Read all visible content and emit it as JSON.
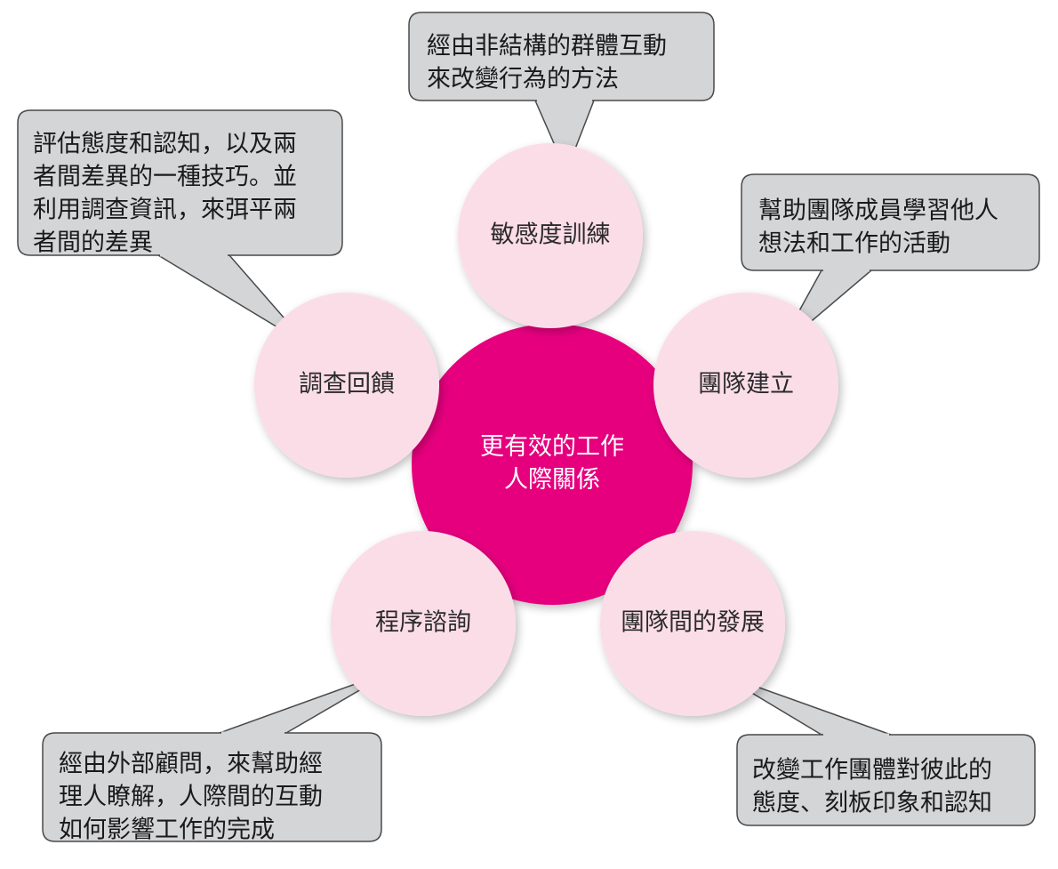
{
  "center": {
    "lines": [
      "更有效的工作",
      "人際關係"
    ]
  },
  "nodes": [
    {
      "id": "sensitivity-training",
      "label": "敏感度訓練",
      "description": [
        "經由非結構的群體互動",
        "來改變行為的方法"
      ]
    },
    {
      "id": "team-building",
      "label": "團隊建立",
      "description": [
        "幫助團隊成員學習他人",
        "想法和工作的活動"
      ]
    },
    {
      "id": "intergroup-development",
      "label": "團隊間的發展",
      "description": [
        "改變工作團體對彼此的",
        "態度、刻板印象和認知"
      ]
    },
    {
      "id": "process-consultation",
      "label": "程序諮詢",
      "description": [
        "經由外部顧問，來幫助經",
        "理人瞭解，人際間的互動",
        "如何影響工作的完成"
      ]
    },
    {
      "id": "survey-feedback",
      "label": "調查回饋",
      "description": [
        "評估態度和認知，以及兩",
        "者間差異的一種技巧。並",
        "利用調查資訊，來弭平兩",
        "者間的差異"
      ]
    }
  ],
  "colors": {
    "center": "#e6007e",
    "node": "#fbdde8",
    "callout": "#d4d5d7"
  }
}
